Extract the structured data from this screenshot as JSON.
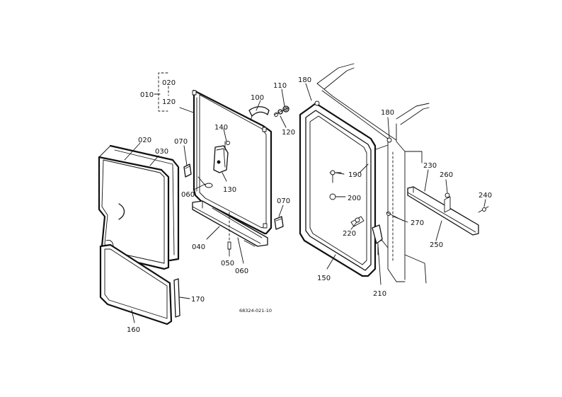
{
  "drawing_code": "68324-021-10",
  "callouts": [
    {
      "id": "c010",
      "text": "010"
    },
    {
      "id": "c020a",
      "text": "020"
    },
    {
      "id": "c120a",
      "text": "120"
    },
    {
      "id": "c100",
      "text": "100"
    },
    {
      "id": "c110",
      "text": "110"
    },
    {
      "id": "c120b",
      "text": "120"
    },
    {
      "id": "c180a",
      "text": "180"
    },
    {
      "id": "c180b",
      "text": "180"
    },
    {
      "id": "c140",
      "text": "140"
    },
    {
      "id": "c020b",
      "text": "020"
    },
    {
      "id": "c030",
      "text": "030"
    },
    {
      "id": "c070a",
      "text": "070"
    },
    {
      "id": "c130",
      "text": "130"
    },
    {
      "id": "c060a",
      "text": "060"
    },
    {
      "id": "c070b",
      "text": "070"
    },
    {
      "id": "c040",
      "text": "040"
    },
    {
      "id": "c050",
      "text": "050"
    },
    {
      "id": "c060b",
      "text": "060"
    },
    {
      "id": "c190",
      "text": "190"
    },
    {
      "id": "c200",
      "text": "200"
    },
    {
      "id": "c220",
      "text": "220"
    },
    {
      "id": "c150",
      "text": "150"
    },
    {
      "id": "c210",
      "text": "210"
    },
    {
      "id": "c230",
      "text": "230"
    },
    {
      "id": "c260",
      "text": "260"
    },
    {
      "id": "c240",
      "text": "240"
    },
    {
      "id": "c270",
      "text": "270"
    },
    {
      "id": "c250",
      "text": "250"
    },
    {
      "id": "c170",
      "text": "170"
    },
    {
      "id": "c160",
      "text": "160"
    }
  ]
}
